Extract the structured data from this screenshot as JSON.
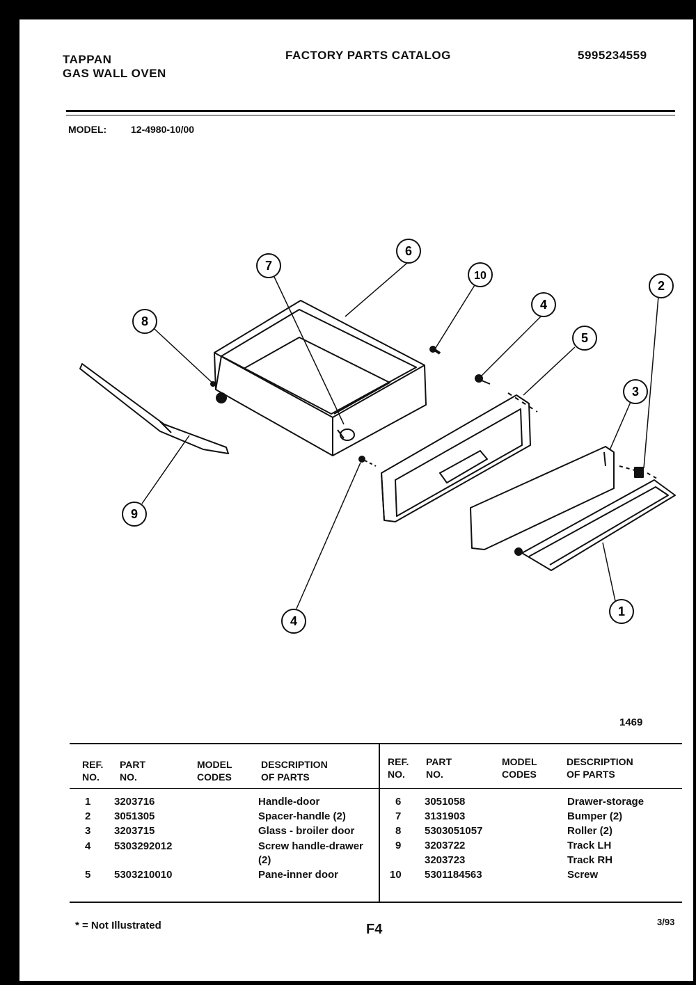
{
  "header": {
    "brand": "TAPPAN",
    "product": "GAS WALL OVEN",
    "title": "FACTORY PARTS CATALOG",
    "catalog_number": "5995234559"
  },
  "model": {
    "label": "MODEL:",
    "value": "12-4980-10/00"
  },
  "diagram": {
    "figure_number": "1469",
    "callouts": [
      "1",
      "2",
      "3",
      "4",
      "4",
      "5",
      "6",
      "7",
      "8",
      "9",
      "10"
    ]
  },
  "table": {
    "headers": {
      "ref": [
        "REF.",
        "NO."
      ],
      "part": [
        "PART",
        "NO."
      ],
      "model": [
        "MODEL",
        "CODES"
      ],
      "desc": [
        "DESCRIPTION",
        "OF PARTS"
      ]
    },
    "left_rows": [
      {
        "ref": "1",
        "part": "3203716",
        "model": "",
        "desc": "Handle-door"
      },
      {
        "ref": "2",
        "part": "3051305",
        "model": "",
        "desc": "Spacer-handle  (2)"
      },
      {
        "ref": "3",
        "part": "3203715",
        "model": "",
        "desc": "Glass - broiler door"
      },
      {
        "ref": "4",
        "part": "5303292012",
        "model": "",
        "desc": "Screw  handle-drawer"
      },
      {
        "ref": "",
        "part": "",
        "model": "",
        "desc": "(2)"
      },
      {
        "ref": "5",
        "part": "5303210010",
        "model": "",
        "desc": "Pane-inner  door"
      }
    ],
    "right_rows": [
      {
        "ref": "6",
        "part": "3051058",
        "model": "",
        "desc": "Drawer-storage"
      },
      {
        "ref": "7",
        "part": "3131903",
        "model": "",
        "desc": "Bumper (2)"
      },
      {
        "ref": "8",
        "part": "5303051057",
        "model": "",
        "desc": "Roller (2)"
      },
      {
        "ref": "9",
        "part": "3203722",
        "model": "",
        "desc": "Track LH"
      },
      {
        "ref": "",
        "part": "3203723",
        "model": "",
        "desc": "Track RH"
      },
      {
        "ref": "10",
        "part": "5301184563",
        "model": "",
        "desc": "Screw"
      }
    ]
  },
  "footer": {
    "note": "* = Not Illustrated",
    "page": "F4",
    "date": "3/93"
  }
}
